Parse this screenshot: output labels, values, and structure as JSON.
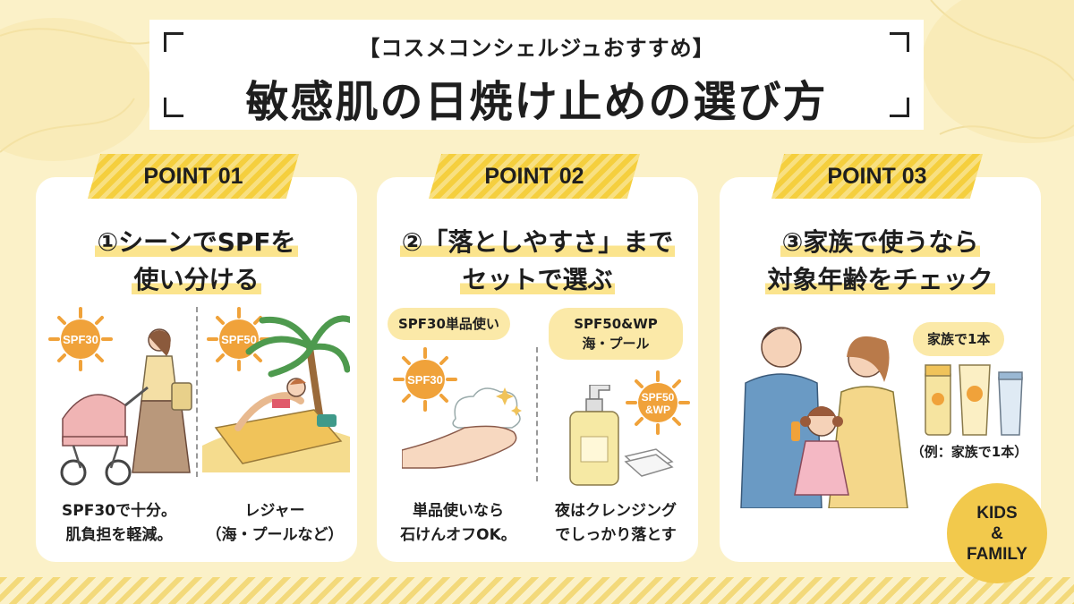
{
  "header": {
    "subtitle": "【コスメコンシェルジュおすすめ】",
    "title": "敏感肌の日焼け止めの選び方"
  },
  "cards": [
    {
      "label": "POINT 01",
      "title_lines": [
        "①シーンでSPFを",
        "使い分ける"
      ],
      "suns": [
        "SPF30",
        "SPF50"
      ],
      "captions": [
        [
          "SPF30で十分。",
          "肌負担を軽減。"
        ],
        [
          "レジャー",
          "（海・プールなど）"
        ]
      ]
    },
    {
      "label": "POINT 02",
      "title_lines": [
        "②「落としやすさ」まで",
        "セットで選ぶ"
      ],
      "pills": [
        [
          "SPF30単品使い"
        ],
        [
          "SPF50&WP",
          "海・プール"
        ]
      ],
      "suns": [
        "SPF30",
        "SPF50",
        "&WP"
      ],
      "captions": [
        [
          "単品使いなら",
          "石けんオフOK。"
        ],
        [
          "夜はクレンジング",
          "でしっかり落とす"
        ]
      ]
    },
    {
      "label": "POINT 03",
      "title_lines": [
        "③家族で使うなら",
        "対象年齢をチェック"
      ],
      "pill": "家族で1本",
      "example": "（例：家族で1本）"
    }
  ],
  "badge": {
    "lines": [
      "KIDS",
      "&",
      "FAMILY"
    ]
  },
  "colors": {
    "background": "#fbf1c8",
    "ribbon": "#f5cf3e",
    "sun": "#f0a23a",
    "highlight": "#fbe48d",
    "badge": "#f2c94c"
  },
  "icons": [
    "sun-icon",
    "stroller-mother-illustration",
    "palm-beach-illustration",
    "foam-hand-illustration",
    "pump-bottle-illustration",
    "family-illustration",
    "sunscreen-tubes-illustration"
  ]
}
